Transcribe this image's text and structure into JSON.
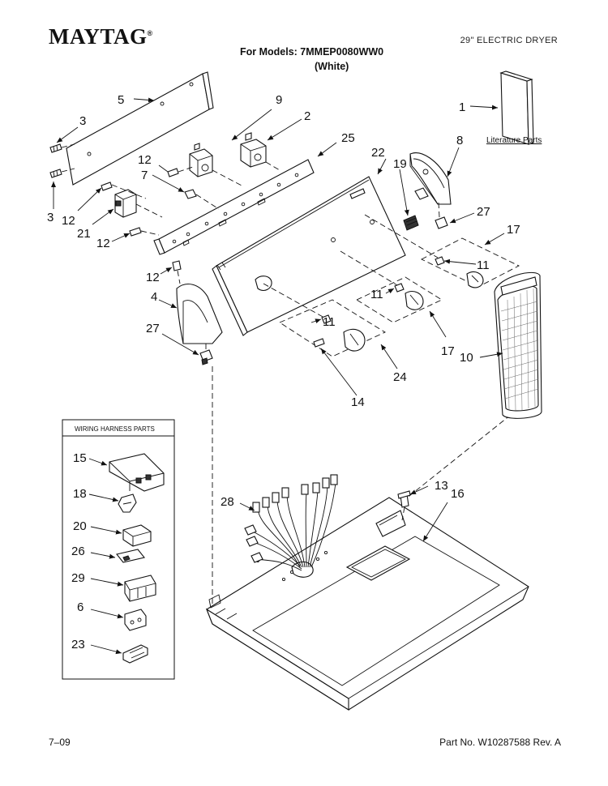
{
  "header": {
    "brand": "MAYTAG",
    "brand_mark": "®",
    "product": "29\" ELECTRIC DRYER",
    "models_line": "For Models: 7MMEP0080WW0",
    "color_line": "(White)"
  },
  "footer": {
    "date": "7–09",
    "part_number": "Part No. W10287588 Rev. A"
  },
  "literature": {
    "label": "Literature Parts"
  },
  "harness_box": {
    "title": "WIRING HARNESS PARTS"
  },
  "callouts": {
    "c1": "1",
    "c2": "2",
    "c3a": "3",
    "c3b": "3",
    "c4": "4",
    "c5": "5",
    "c6": "6",
    "c7": "7",
    "c8": "8",
    "c9": "9",
    "c10": "10",
    "c11a": "11",
    "c11b": "11",
    "c11c": "11",
    "c12a": "12",
    "c12b": "12",
    "c12c": "12",
    "c12d": "12",
    "c13": "13",
    "c14": "14",
    "c15": "15",
    "c16": "16",
    "c17a": "17",
    "c17b": "17",
    "c18": "18",
    "c19": "19",
    "c20": "20",
    "c21": "21",
    "c22": "22",
    "c23": "23",
    "c24": "24",
    "c25": "25",
    "c26": "26",
    "c27a": "27",
    "c27b": "27",
    "c28": "28",
    "c29": "29"
  }
}
